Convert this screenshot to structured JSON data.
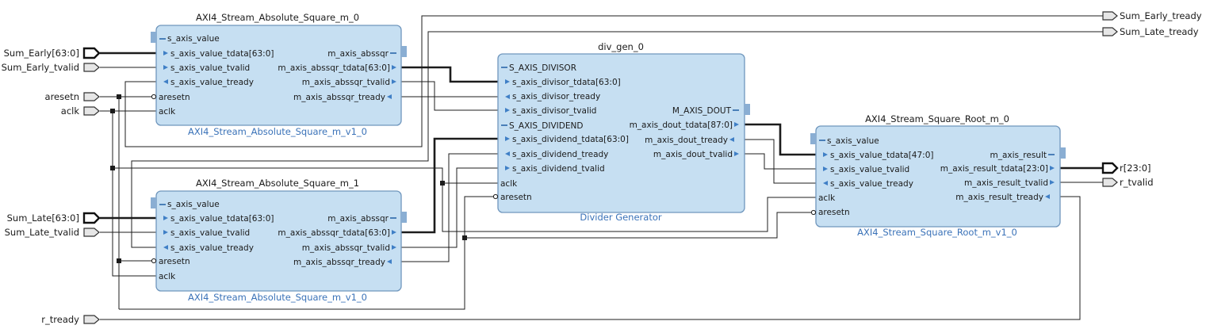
{
  "blocks": {
    "abs0": {
      "title": "AXI4_Stream_Absolute_Square_m_0",
      "subtitle": "AXI4_Stream_Absolute_Square_m_v1_0",
      "in_bus": "s_axis_value",
      "in_pins": [
        "s_axis_value_tdata[63:0]",
        "s_axis_value_tvalid",
        "s_axis_value_tready"
      ],
      "ctrl_pins": [
        "aresetn",
        "aclk"
      ],
      "out_bus": "m_axis_abssqr",
      "out_pins": [
        "m_axis_abssqr_tdata[63:0]",
        "m_axis_abssqr_tvalid",
        "m_axis_abssqr_tready"
      ]
    },
    "abs1": {
      "title": "AXI4_Stream_Absolute_Square_m_1",
      "subtitle": "AXI4_Stream_Absolute_Square_m_v1_0",
      "in_bus": "s_axis_value",
      "in_pins": [
        "s_axis_value_tdata[63:0]",
        "s_axis_value_tvalid",
        "s_axis_value_tready"
      ],
      "ctrl_pins": [
        "aresetn",
        "aclk"
      ],
      "out_bus": "m_axis_abssqr",
      "out_pins": [
        "m_axis_abssqr_tdata[63:0]",
        "m_axis_abssqr_tvalid",
        "m_axis_abssqr_tready"
      ]
    },
    "div": {
      "title": "div_gen_0",
      "subtitle": "Divider Generator",
      "divisor_bus": "S_AXIS_DIVISOR",
      "divisor_pins": [
        "s_axis_divisor_tdata[63:0]",
        "s_axis_divisor_tready",
        "s_axis_divisor_tvalid"
      ],
      "dividend_bus": "S_AXIS_DIVIDEND",
      "dividend_pins": [
        "s_axis_dividend_tdata[63:0]",
        "s_axis_dividend_tready",
        "s_axis_dividend_tvalid"
      ],
      "ctrl_pins": [
        "aclk",
        "aresetn"
      ],
      "out_bus": "M_AXIS_DOUT",
      "out_pins": [
        "m_axis_dout_tdata[87:0]",
        "m_axis_dout_tready",
        "m_axis_dout_tvalid"
      ]
    },
    "sqrt": {
      "title": "AXI4_Stream_Square_Root_m_0",
      "subtitle": "AXI4_Stream_Square_Root_m_v1_0",
      "in_bus": "s_axis_value",
      "in_pins": [
        "s_axis_value_tdata[47:0]",
        "s_axis_value_tvalid",
        "s_axis_value_tready"
      ],
      "ctrl_pins": [
        "aclk",
        "aresetn"
      ],
      "out_bus": "m_axis_result",
      "out_pins": [
        "m_axis_result_tdata[23:0]",
        "m_axis_result_tvalid",
        "m_axis_result_tready"
      ]
    }
  },
  "ports": {
    "inputs": [
      "Sum_Early[63:0]",
      "Sum_Early_tvalid",
      "aresetn",
      "aclk",
      "Sum_Late[63:0]",
      "Sum_Late_tvalid",
      "r_tready"
    ],
    "outputs": [
      "Sum_Early_tready",
      "Sum_Late_tready",
      "r[23:0]",
      "r_tvalid"
    ]
  },
  "colors": {
    "block_fill": "#c6dff2",
    "block_border": "#6f96bd",
    "subtitle": "#3a72b8",
    "pin_arrow": "#3f7fc6",
    "wire": "#1c1c1c"
  }
}
